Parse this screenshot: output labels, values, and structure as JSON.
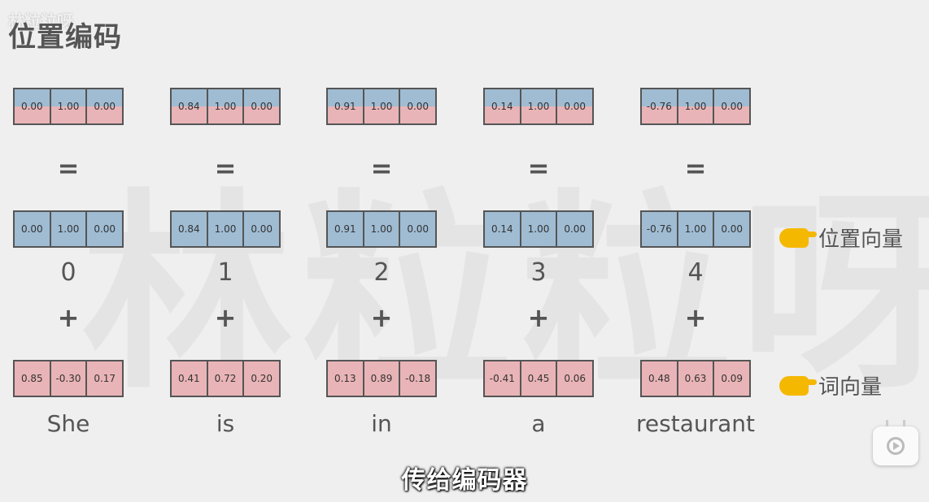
{
  "watermark": {
    "big": "林粒粒呀",
    "corner": "林粒粒呀"
  },
  "title": "位置编码",
  "columns": [
    {
      "index": "0",
      "word": "She",
      "pos_vec": [
        "0.00",
        "1.00",
        "0.00"
      ],
      "word_vec": [
        "0.85",
        "-0.30",
        "0.17"
      ]
    },
    {
      "index": "1",
      "word": "is",
      "pos_vec": [
        "0.84",
        "1.00",
        "0.00"
      ],
      "word_vec": [
        "0.41",
        "0.72",
        "0.20"
      ]
    },
    {
      "index": "2",
      "word": "in",
      "pos_vec": [
        "0.91",
        "1.00",
        "0.00"
      ],
      "word_vec": [
        "0.13",
        "0.89",
        "-0.18"
      ]
    },
    {
      "index": "3",
      "word": "a",
      "pos_vec": [
        "0.14",
        "1.00",
        "0.00"
      ],
      "word_vec": [
        "-0.41",
        "0.45",
        "0.06"
      ]
    },
    {
      "index": "4",
      "word": "restaurant",
      "pos_vec": [
        "-0.76",
        "1.00",
        "0.00"
      ],
      "word_vec": [
        "0.48",
        "0.63",
        "0.09"
      ]
    }
  ],
  "symbols": {
    "equals": "=",
    "plus": "+"
  },
  "labels": {
    "position_vector": "位置向量",
    "word_vector": "词向量"
  },
  "subtitle": "传给编码器",
  "colors": {
    "blue": "#9fbcd3",
    "pink": "#e9b4b7",
    "border": "#555555",
    "hand": "#f5b800"
  },
  "icons": {
    "hand": "pointing-hand-icon",
    "player": "bilibili-play-icon"
  }
}
